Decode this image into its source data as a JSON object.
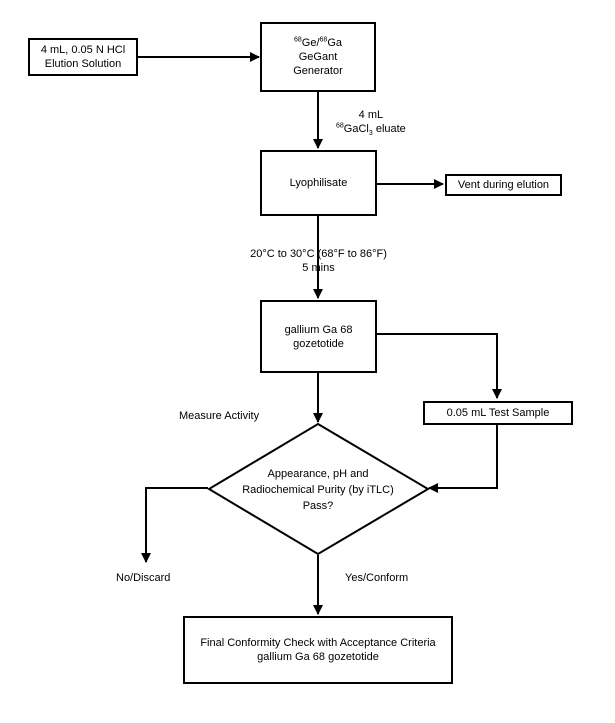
{
  "nodes": {
    "elution_solution": {
      "line1": "4 mL, 0.05 N HCl",
      "line2": "Elution Solution"
    },
    "generator": {
      "iso1_mass": "68",
      "iso1_sym": "Ge/",
      "iso2_mass": "68",
      "iso2_sym": "Ga",
      "line2": "GeGant",
      "line3": "Generator"
    },
    "lyophilisate": {
      "label": "Lyophilisate"
    },
    "vent": {
      "label": "Vent during elution"
    },
    "product": {
      "label": "gallium Ga 68 gozetotide"
    },
    "test_sample": {
      "label": "0.05 mL Test Sample"
    },
    "decision": {
      "line1": "Appearance, pH and",
      "line2": "Radiochemical Purity (by iTLC)",
      "line3": "Pass?"
    },
    "final_check": {
      "line1": "Final Conformity Check with Acceptance Criteria",
      "line2": "gallium Ga 68 gozetotide"
    }
  },
  "edge_labels": {
    "eluate": {
      "line1": "4 mL",
      "mass": "68",
      "sym_pre": "GaCl",
      "sub": "3",
      "sym_post": " eluate"
    },
    "conditions": {
      "line1": "20°C to 30°C (68°F to 86°F)",
      "line2": "5 mins"
    },
    "measure": "Measure Activity",
    "no": "No/Discard",
    "yes": "Yes/Conform"
  }
}
